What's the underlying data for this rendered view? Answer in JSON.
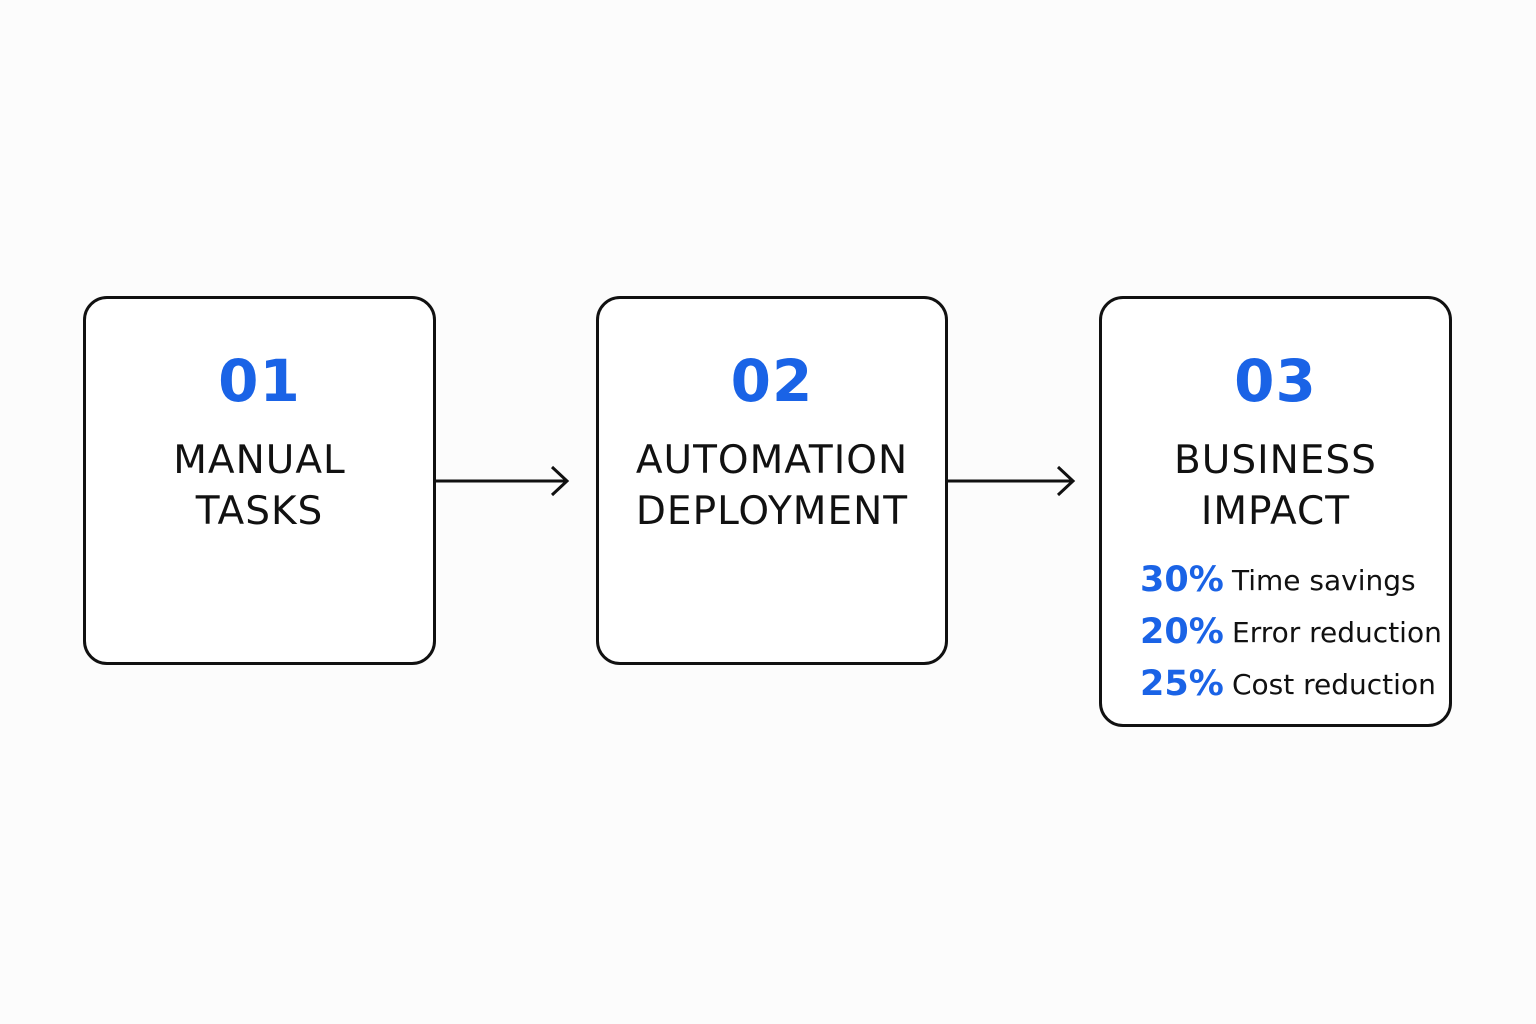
{
  "colors": {
    "accent": "#1a63e6",
    "stroke": "#111111"
  },
  "steps": [
    {
      "number": "01",
      "title_lines": [
        "MANUAL",
        "TASKS"
      ]
    },
    {
      "number": "02",
      "title_lines": [
        "AUTOMATION",
        "DEPLOYMENT"
      ]
    },
    {
      "number": "03",
      "title_lines": [
        "BUSINESS",
        "IMPACT"
      ],
      "metrics": [
        {
          "value": "30%",
          "label": "Time savings"
        },
        {
          "value": "20%",
          "label": "Error reduction"
        },
        {
          "value": "25%",
          "label": "Cost reduction"
        }
      ]
    }
  ],
  "connectors": [
    {
      "from": "01",
      "to": "02",
      "icon": "arrow-right-icon"
    },
    {
      "from": "02",
      "to": "03",
      "icon": "arrow-right-icon"
    }
  ]
}
